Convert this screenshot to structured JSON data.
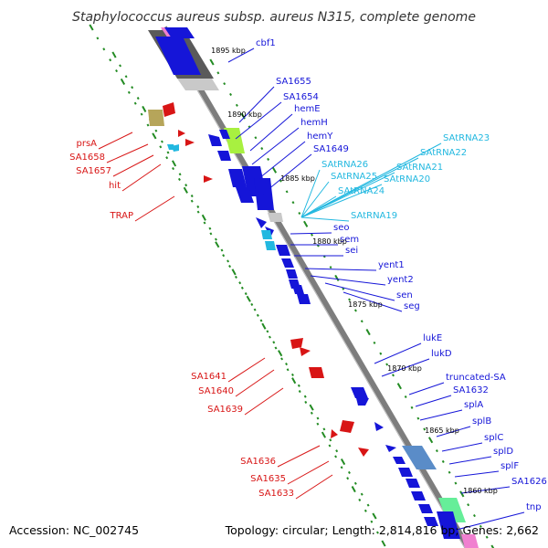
{
  "title": "Staphylococcus aureus subsp. aureus N315, complete genome",
  "footer": {
    "accession": "Accession: NC_002745",
    "topology": "Topology: circular; Length: 2,814,816 bp; Genes: 2,662"
  },
  "colors": {
    "forward": "#1515d8",
    "reverse": "#d81515",
    "rna": "#22b8e0",
    "backbone": "#7a7a7a",
    "tick": "#228b22"
  },
  "kbp_labels": [
    "1895 kbp",
    "1890 kbp",
    "1885 kbp",
    "1880 kbp",
    "1875 kbp",
    "1870 kbp",
    "1865 kbp",
    "1860 kbp"
  ],
  "forward_genes": [
    "cbf1",
    "SA1655",
    "SA1654",
    "hemE",
    "hemH",
    "hemY",
    "SA1649",
    "seo",
    "sem",
    "sei",
    "yent1",
    "yent2",
    "sen",
    "seg",
    "lukE",
    "lukD",
    "truncated-SA",
    "SA1632",
    "splA",
    "splB",
    "splC",
    "splD",
    "splF",
    "SA1626",
    "tnp"
  ],
  "rna_genes": [
    "SAtRNA23",
    "SAtRNA22",
    "SAtRNA26",
    "SAtRNA21",
    "SAtRNA25",
    "SAtRNA20",
    "SAtRNA24",
    "SAtRNA19"
  ],
  "reverse_genes": [
    "prsA",
    "SA1658",
    "SA1657",
    "hit",
    "TRAP",
    "SA1641",
    "SA1640",
    "SA1639",
    "SA1636",
    "SA1635",
    "SA1633"
  ]
}
